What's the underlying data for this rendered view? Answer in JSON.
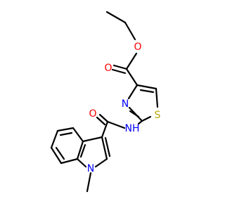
{
  "colors": {
    "carbon": "#000000",
    "oxygen": "#ff0000",
    "nitrogen": "#0000ff",
    "sulfur": "#b8a800",
    "background": "#ffffff"
  },
  "atoms": [
    {
      "id": "o-ester-ether",
      "symbol": "O",
      "element": "oxygen"
    },
    {
      "id": "o-ester-carbonyl",
      "symbol": "O",
      "element": "oxygen"
    },
    {
      "id": "n-thiazole",
      "symbol": "N",
      "element": "nitrogen"
    },
    {
      "id": "s-thiazole",
      "symbol": "S",
      "element": "sulfur"
    },
    {
      "id": "o-amide",
      "symbol": "O",
      "element": "oxygen"
    },
    {
      "id": "nh-amide",
      "symbol": "NH",
      "element": "nitrogen"
    },
    {
      "id": "n-indole",
      "symbol": "N",
      "element": "nitrogen"
    }
  ]
}
